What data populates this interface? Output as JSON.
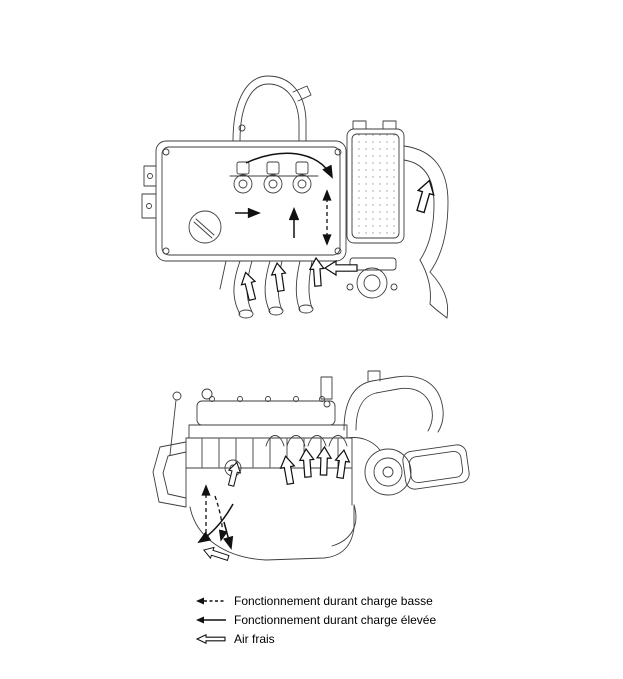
{
  "legend": {
    "items": [
      {
        "icon": "dashed-arrow",
        "label": "Fonctionnement durant charge basse"
      },
      {
        "icon": "solid-arrow",
        "label": "Fonctionnement durant charge élevée"
      },
      {
        "icon": "hollow-arrow",
        "label": "Air frais"
      }
    ]
  },
  "colors": {
    "background": "#ffffff",
    "line_art": "#3d3d3d",
    "arrow": "#111111"
  }
}
